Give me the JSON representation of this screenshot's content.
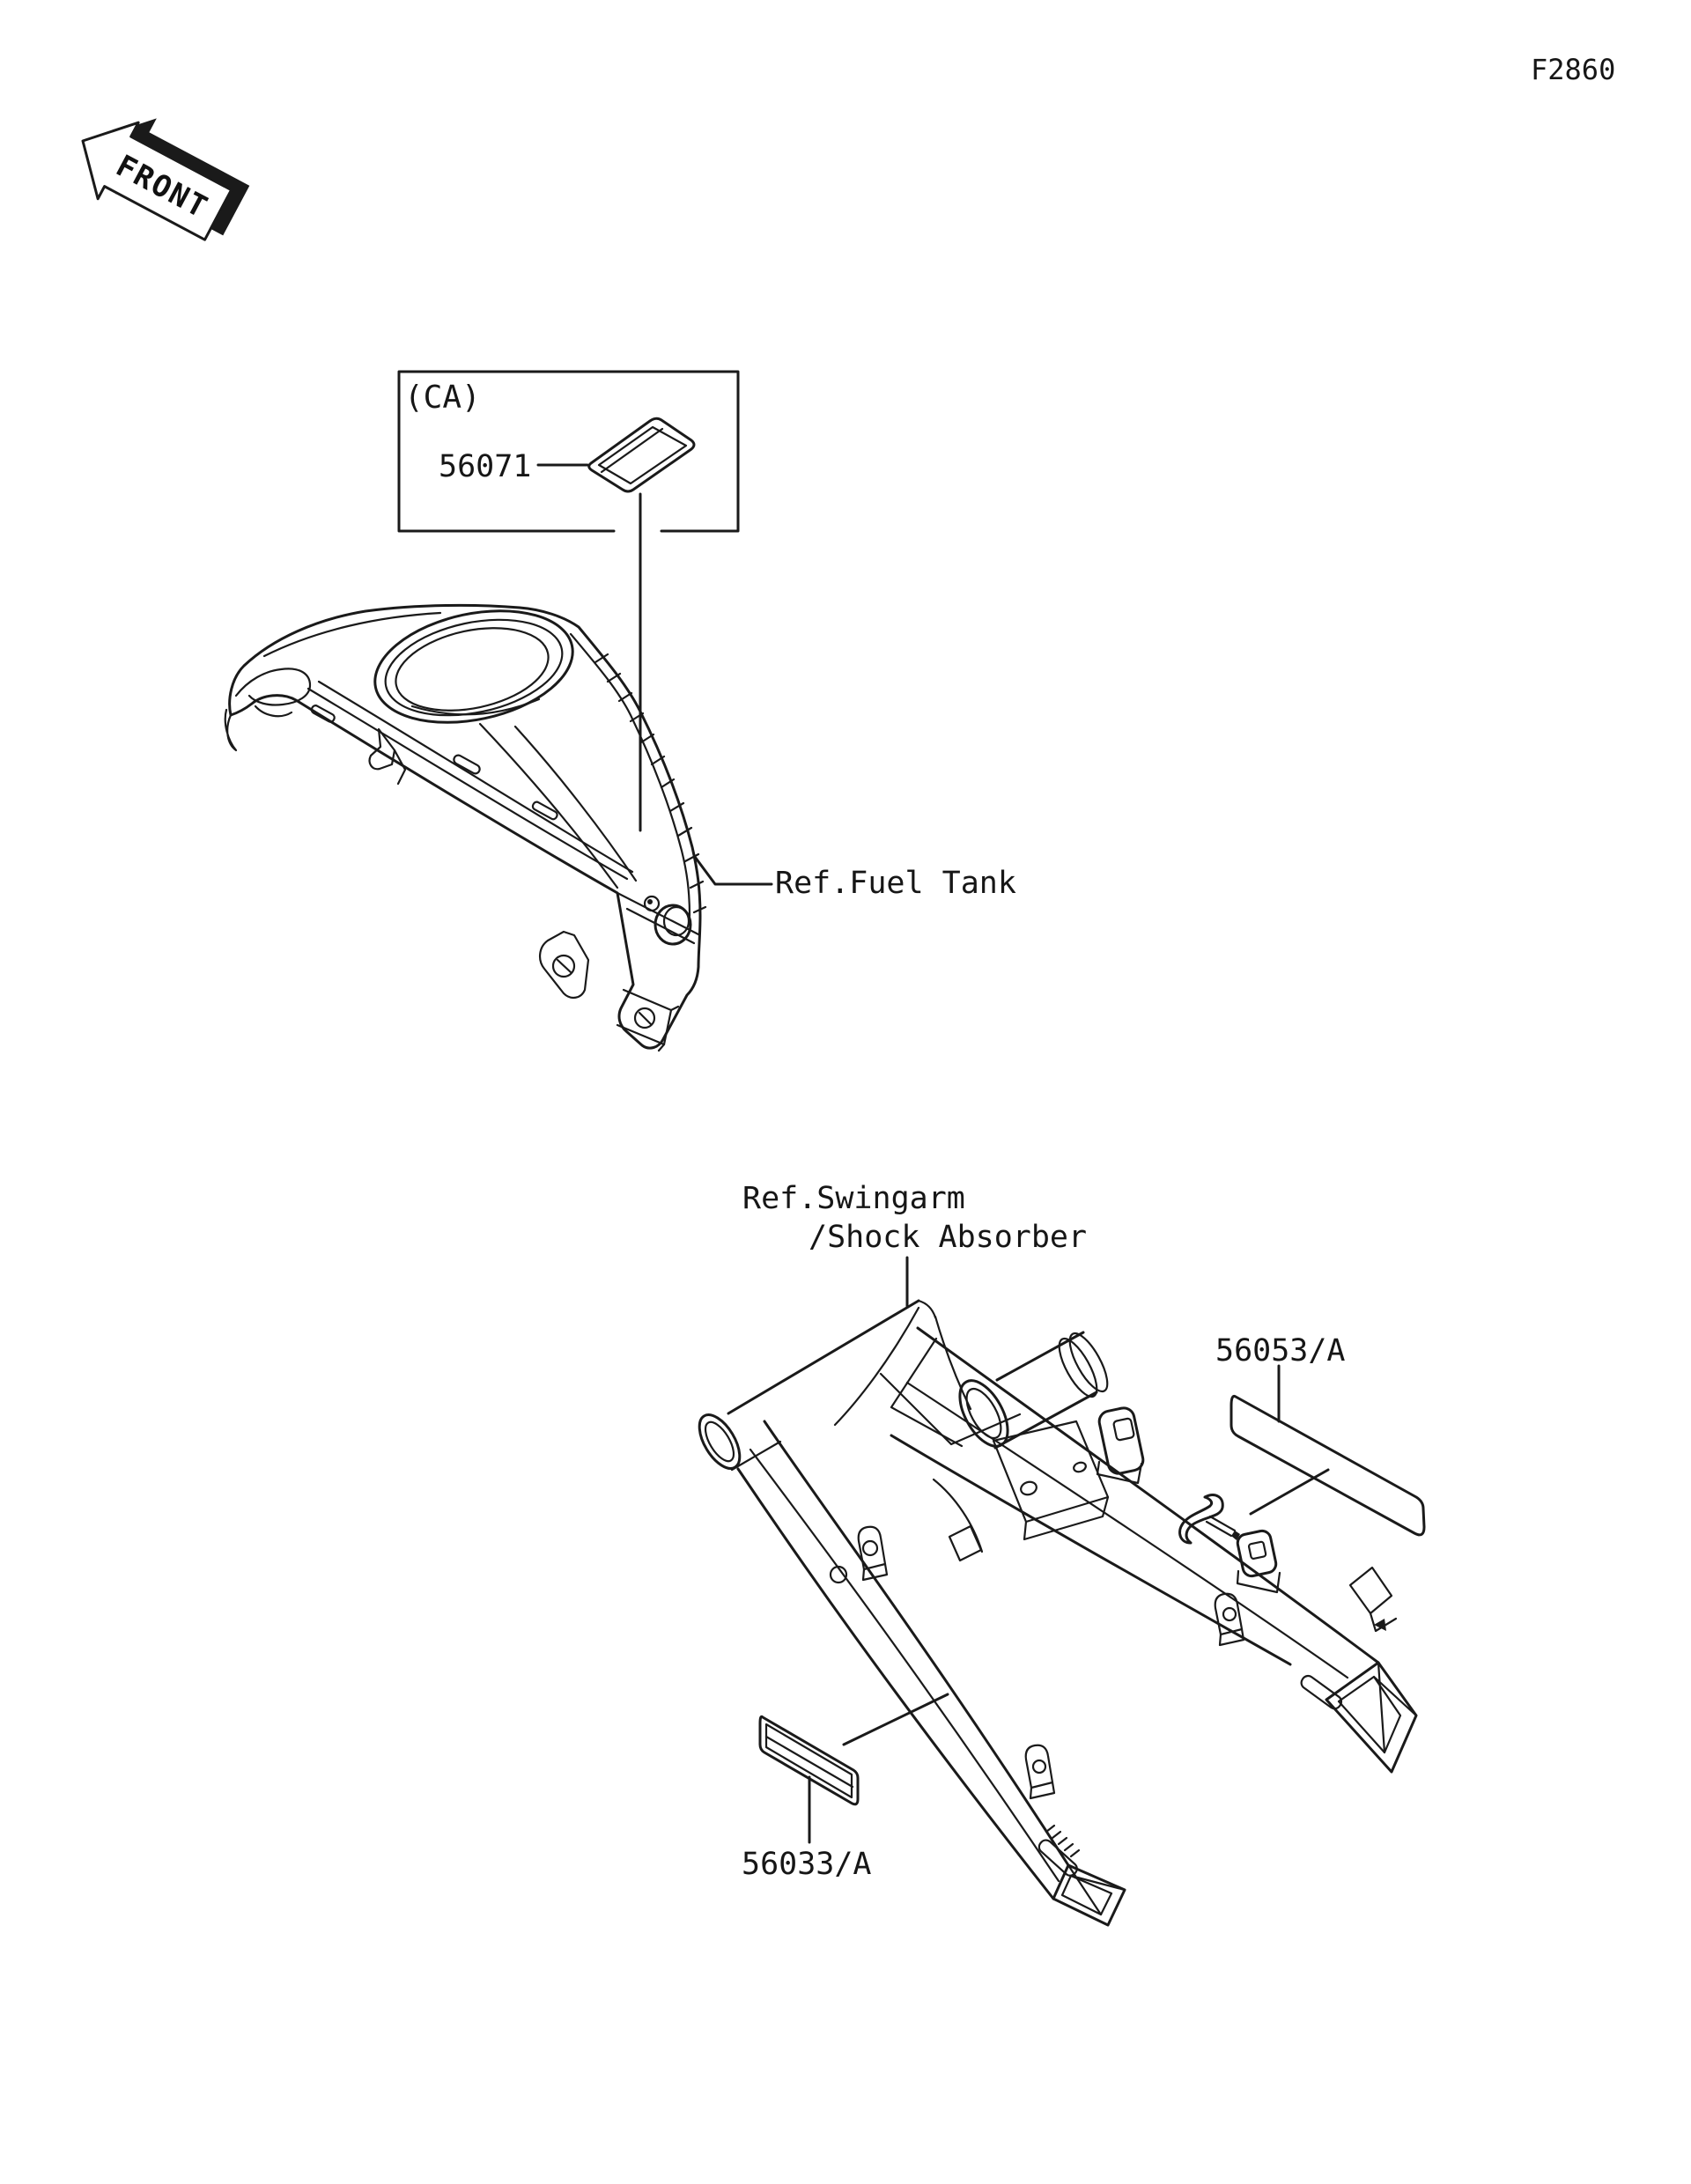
{
  "page": {
    "figure_code": "F2860",
    "background_color": "#ffffff",
    "line_color": "#1a1a1a"
  },
  "front_marker": {
    "label": "FRONT"
  },
  "california_callout": {
    "tag": "(CA)",
    "part_number": "56071"
  },
  "references": {
    "fuel_tank": "Ref.Fuel Tank",
    "swingarm_line1": "Ref.Swingarm",
    "swingarm_line2": "/Shock Absorber"
  },
  "parts": {
    "right_strip_label": "56053/A",
    "left_strip_label": "56033/A"
  }
}
